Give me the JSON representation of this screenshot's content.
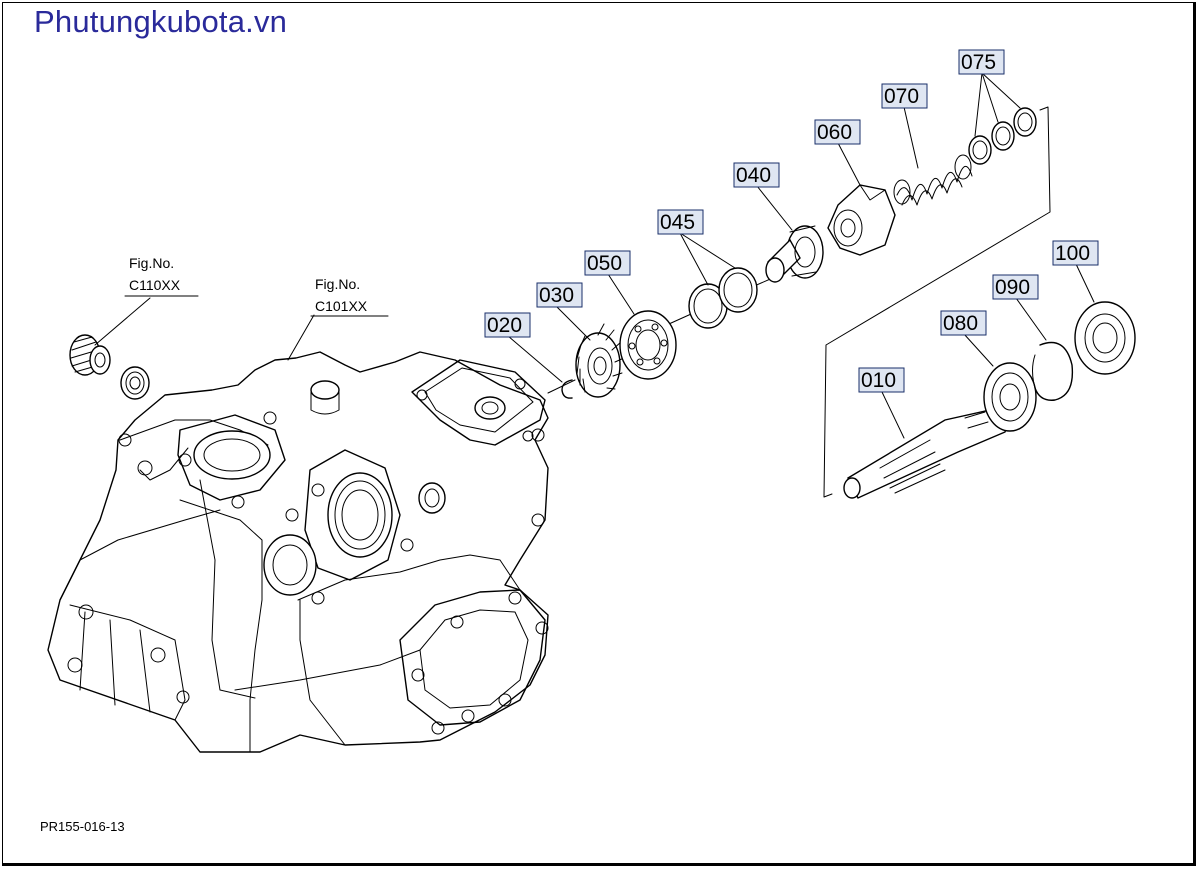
{
  "watermark": "Phutungkubota.vn",
  "figure_code": "PR155-016-13",
  "ref_figs": [
    {
      "id": "c110",
      "title": "Fig.No.",
      "code": "C110XX"
    },
    {
      "id": "c101",
      "title": "Fig.No.",
      "code": "C101XX"
    }
  ],
  "parts": [
    {
      "id": "p010",
      "label": "010"
    },
    {
      "id": "p020",
      "label": "020"
    },
    {
      "id": "p030",
      "label": "030"
    },
    {
      "id": "p040",
      "label": "040"
    },
    {
      "id": "p045",
      "label": "045"
    },
    {
      "id": "p050",
      "label": "050"
    },
    {
      "id": "p060",
      "label": "060"
    },
    {
      "id": "p070",
      "label": "070"
    },
    {
      "id": "p075",
      "label": "075"
    },
    {
      "id": "p080",
      "label": "080"
    },
    {
      "id": "p090",
      "label": "090"
    },
    {
      "id": "p100",
      "label": "100"
    }
  ]
}
